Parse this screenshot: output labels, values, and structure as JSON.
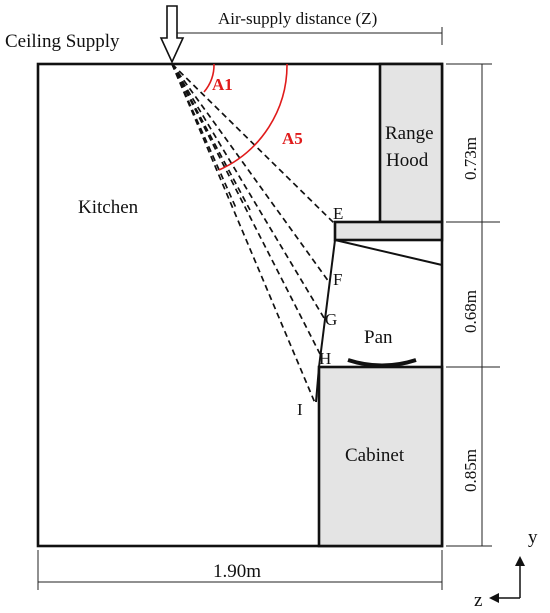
{
  "labels": {
    "ceiling_supply": "Ceiling Supply",
    "air_supply_distance": "Air-supply distance (Z)",
    "kitchen": "Kitchen",
    "range_hood_line1": "Range",
    "range_hood_line2": "Hood",
    "pan": "Pan",
    "cabinet": "Cabinet",
    "angle_a1": "A1",
    "angle_a5": "A5",
    "axis_y": "y",
    "axis_z": "z"
  },
  "points": [
    "E",
    "F",
    "G",
    "H",
    "I"
  ],
  "dimensions": {
    "width": "1.90m",
    "hood_height": "0.73m",
    "gap_height": "0.68m",
    "cabinet_height": "0.85m"
  },
  "colors": {
    "line": "#111111",
    "fill_grey": "#e4e4e4",
    "angle_red": "#e01b1b"
  }
}
